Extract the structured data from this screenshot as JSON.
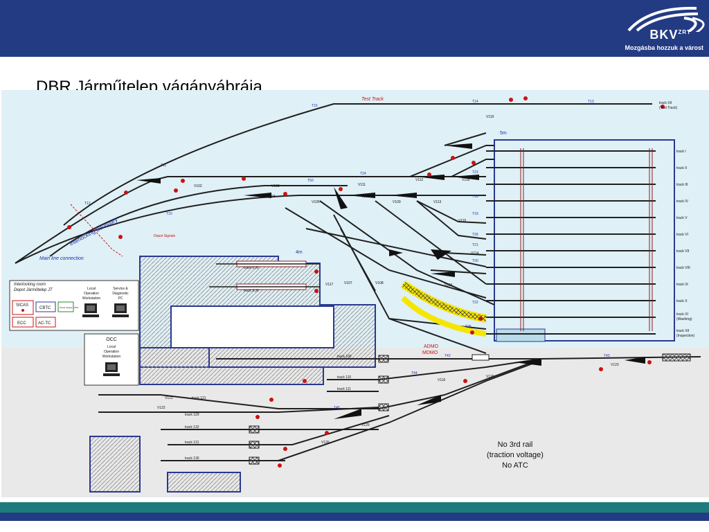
{
  "header": {
    "brand": "BKV",
    "brand_sup": "ZRT",
    "slogan": "Mozgásba hozzuk a várost"
  },
  "title": "DBR Járműtelep vágányábrája",
  "colors": {
    "header_bg": "#233b83",
    "footer_teal": "#1f7b7b",
    "depot_bg": "#dff0f6",
    "yard_bg": "#e9e9e9",
    "track": "#1f1f1f",
    "label_blue": "#1a2fb0",
    "signal_red": "#cc1111",
    "highlight_yellow": "#f5e600"
  },
  "diagram": {
    "test_track": "Test Track",
    "main_line": "Main line connection",
    "interlocking_boundary": "Interlocking Boundary",
    "depot_signals": "Depot Signals",
    "admo": "ADMO",
    "mdmo": "MDMO",
    "no_3rd_rail": [
      "No 3rd rail",
      "(traction voltage)",
      "No ATC"
    ],
    "track_xii": [
      "track XII",
      "(Test Track)"
    ],
    "depot_tracks": [
      "track I",
      "track II",
      "track III",
      "track IV",
      "track V",
      "track VI",
      "track VII",
      "track VIII",
      "track IX",
      "track X",
      "track XI",
      "track XII"
    ],
    "depot_track_notes": [
      "",
      "",
      "",
      "",
      "",
      "",
      "",
      "",
      "",
      "",
      "(Washing)",
      "(Inspection)"
    ],
    "yard_tracks": [
      "track 100",
      "track 110",
      "track 111",
      "track 121",
      "track 120",
      "track 132",
      "track 131",
      "track 130"
    ],
    "side_tracks": [
      "track X,XI",
      "track X,XI"
    ],
    "section_labels": [
      "T15",
      "T14",
      "T13",
      "T12",
      "T11",
      "T10",
      "T18",
      "T19",
      "T20",
      "T21",
      "T22",
      "T23",
      "T24",
      "T25",
      "T26",
      "T42",
      "T43",
      "T44",
      "T45",
      "T50"
    ],
    "switch_labels": [
      "V101",
      "V102",
      "V103",
      "V104",
      "V105",
      "V106",
      "V107",
      "V108",
      "V109",
      "V110",
      "V111",
      "V112",
      "V113",
      "V114",
      "V115",
      "V116",
      "V117",
      "V118",
      "V119",
      "V120",
      "V121",
      "V122",
      "V123",
      "V124",
      "V125",
      "V126"
    ],
    "interlocking_room": {
      "title": [
        "Interlocking room",
        "Depot Járműtelep JT"
      ],
      "boxes": [
        "SICAS",
        "CBTC",
        "Power Supply / UPS",
        "ECC",
        "AC-TC"
      ],
      "local_workstation": [
        "Local",
        "Operation",
        "Workstation"
      ],
      "service_pc": [
        "Service &",
        "Diagnostic",
        "PC"
      ]
    },
    "occ": {
      "title": "OCC",
      "lines": [
        "Local",
        "Operation",
        "Workstation"
      ]
    },
    "dims": [
      "5m",
      "4m"
    ]
  }
}
